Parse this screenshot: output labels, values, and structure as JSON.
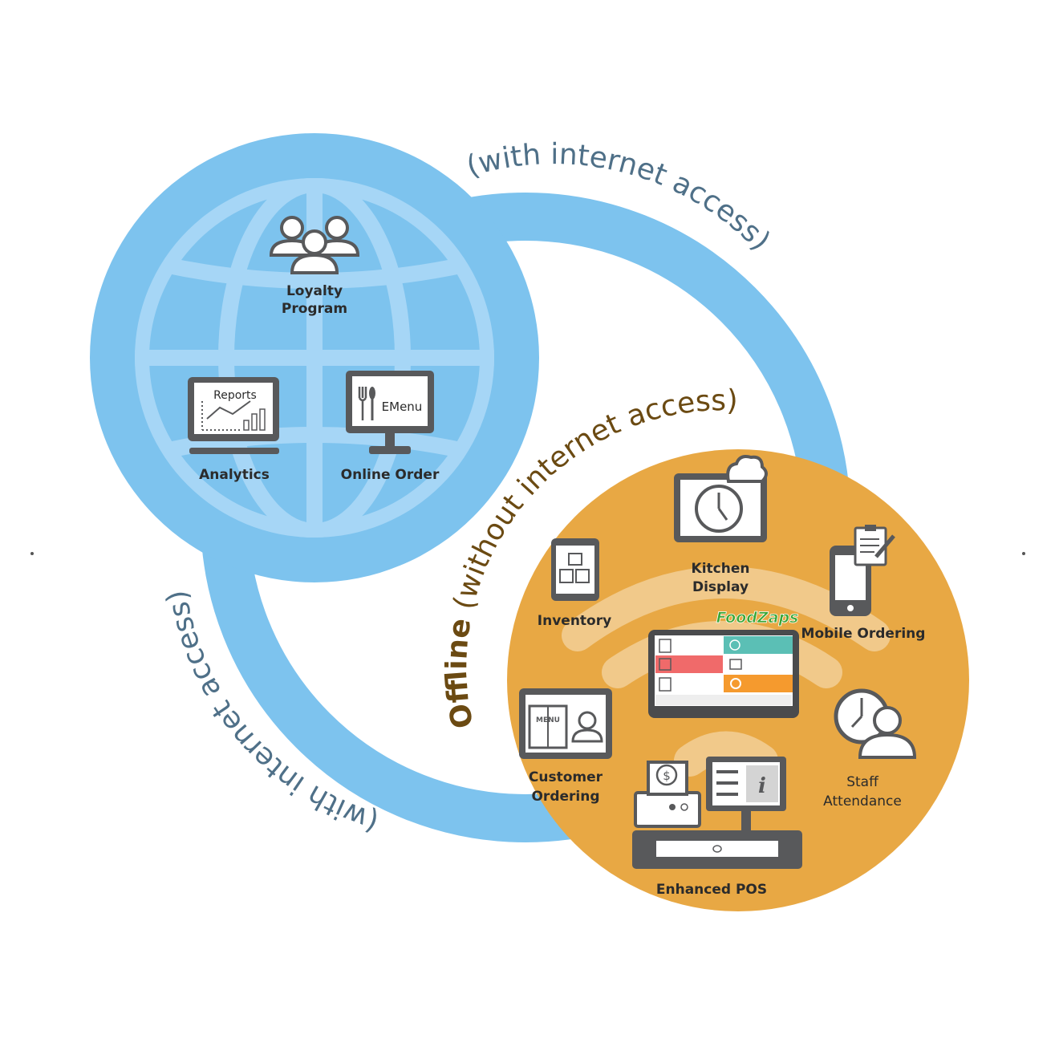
{
  "online": {
    "arc_top": "(with internet access)",
    "arc_left": "(with internet access)",
    "features": {
      "loyalty_line1": "Loyalty",
      "loyalty_line2": "Program",
      "analytics": "Analytics",
      "reports_screen": "Reports",
      "online_order": "Online Order",
      "emenu_screen": "EMenu"
    }
  },
  "offline": {
    "arc_bold": "Offline",
    "arc_rest": "(without internet access)",
    "features": {
      "kitchen_line1": "Kitchen",
      "kitchen_line2": "Display",
      "inventory": "Inventory",
      "mobile_ordering": "Mobile Ordering",
      "customer_line1": "Customer",
      "customer_line2": "Ordering",
      "staff_line1": "Staff",
      "staff_line2": "Attendance",
      "enhanced_pos": "Enhanced POS",
      "menu_screen": "MENU"
    }
  },
  "logo": "FoodZaps",
  "colors": {
    "online_blue": "#7dc3ee",
    "globe_lines": "#a6d6f6",
    "offline_orange": "#e8a844",
    "icon_gray": "#58595b",
    "online_text": "#4f7088",
    "offline_text": "#6b4a12"
  }
}
